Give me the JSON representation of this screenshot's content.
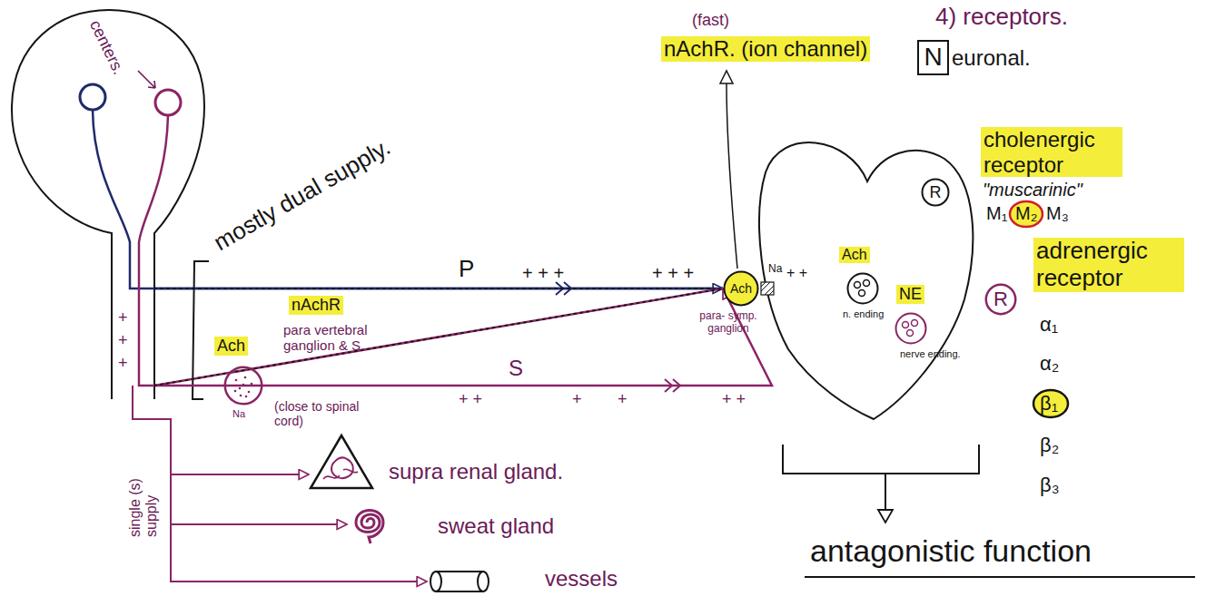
{
  "diagram": {
    "nodes": [
      {
        "text": [
          "centers."
        ]
      },
      {
        "text": [
          "Ach",
          "para- symp. ganglion"
        ]
      },
      {
        "text": [
          "Ach",
          "n. ending"
        ]
      },
      {
        "text": [
          "R"
        ]
      },
      {
        "text": [
          "Ach",
          "para vertebral ganglion & S.",
          "(close to spinal cord)"
        ]
      },
      {
        "text": [
          "NE",
          "nerve ending."
        ]
      },
      {
        "text": [
          "R"
        ]
      },
      {
        "text": [
          "N"
        ]
      },
      {
        "text": [
          "supra renal gland."
        ]
      },
      {
        "text": [
          "sweat gland"
        ]
      },
      {
        "text": [
          "vessels"
        ]
      }
    ],
    "edges": [
      {
        "from": 0,
        "to": 1,
        "arrow": "to",
        "label": "P"
      },
      {
        "from": 1,
        "to": 2,
        "arrow": "none",
        "label": "+ +"
      },
      {
        "from": 2,
        "to": 3,
        "arrow": "none"
      },
      {
        "from": 0,
        "to": 4,
        "arrow": "none"
      },
      {
        "from": 4,
        "to": 5,
        "arrow": "to",
        "label": "S"
      },
      {
        "from": 5,
        "to": 6,
        "arrow": "none"
      },
      {
        "from": 0,
        "to": 8,
        "arrow": "to"
      },
      {
        "from": 0,
        "to": 9,
        "arrow": "to"
      },
      {
        "from": 0,
        "to": 10,
        "arrow": "to"
      }
    ],
    "labels": [
      "4) receptors.",
      "(fast)",
      "nAchR. (ion channel)",
      "euronal.",
      "Na",
      "cholenergic receptor",
      "\"muscarinic\"",
      "M₁",
      "M₂",
      "M₃",
      "adrenergic receptor",
      "α₁",
      "α₂",
      "β₁",
      "β₂",
      "β₃",
      "mostly dual supply.",
      "nAchR",
      "Na",
      "single (s) supply",
      "antagonistic function",
      "+ + +",
      "+ + +",
      "+",
      "+",
      "+",
      "+ +",
      "+",
      "+",
      "+ +"
    ]
  }
}
